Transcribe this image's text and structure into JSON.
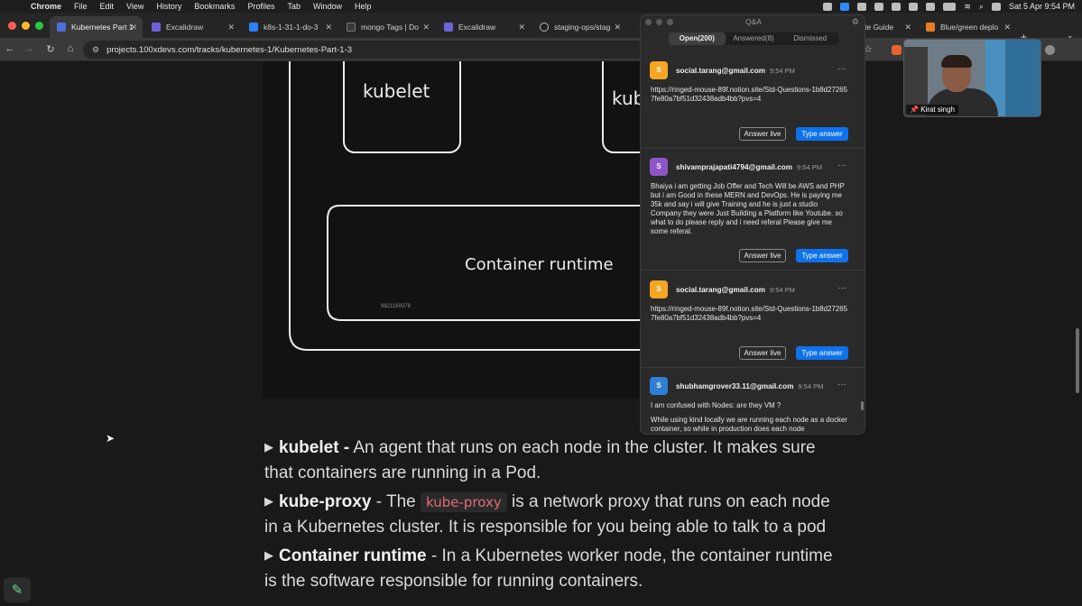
{
  "menubar": {
    "app": "Chrome",
    "items": [
      "File",
      "Edit",
      "View",
      "History",
      "Bookmarks",
      "Profiles",
      "Tab",
      "Window",
      "Help"
    ],
    "clock": "Sat 5 Apr  9:54 PM"
  },
  "tabs": [
    {
      "label": "Kubernetes Part 1",
      "active": true,
      "favicon_color": "#4a6fd8"
    },
    {
      "label": "Excalidraw",
      "active": false,
      "favicon_color": "#6c63d9"
    },
    {
      "label": "k8s-1-31-1-do-3",
      "active": false,
      "favicon_color": "#2d7ff9"
    },
    {
      "label": "mongo Tags | Do",
      "active": false,
      "favicon_color": "#3a3a3a"
    },
    {
      "label": "Excalidraw",
      "active": false,
      "favicon_color": "#6c63d9"
    },
    {
      "label": "staging-ops/stag",
      "active": false,
      "favicon_color": "#222222"
    },
    {
      "label": "te Guide",
      "active": false,
      "favicon_color": "#c0392b"
    },
    {
      "label": "Blue/green deplo",
      "active": false,
      "favicon_color": "#e67e22"
    }
  ],
  "toolbar": {
    "url": "projects.100xdevs.com/tracks/kubernetes-1/Kubernetes-Part-1-3"
  },
  "drawing": {
    "labels": {
      "kubelet": "kubelet",
      "kube_partial": "kub",
      "container_runtime": "Container runtime",
      "small_number": "9821169378"
    }
  },
  "doc": {
    "items": [
      {
        "term": "kubelet -",
        "text": " An agent that runs on each node in the cluster. It makes sure that containers are running in a Pod."
      },
      {
        "term": "kube-proxy",
        "pre": " - The ",
        "code": "kube-proxy",
        "text": " is a network proxy that runs on each node in a Kubernetes cluster. It is responsible for you being able to talk to a pod"
      },
      {
        "term": "Container runtime",
        "text": " - In a Kubernetes worker node, the container runtime is the software responsible for running containers."
      }
    ]
  },
  "qa": {
    "title": "Q&A",
    "tabs": [
      "Open(200)",
      "Answered(8)",
      "Dismissed"
    ],
    "answer_live_label": "Answer live",
    "type_answer_label": "Type answer",
    "questions": [
      {
        "initial": "S",
        "avatar_color": "#f5a623",
        "email": "social.tarang@gmail.com",
        "time": "9:54 PM",
        "text": "https://ringed-mouse-89f.notion.site/Std-Questions-1b8d272657fe80a7bf51d32438adb4bb?pvs=4"
      },
      {
        "initial": "S",
        "avatar_color": "#8e55c8",
        "email": "shivamprajapati4794@gmail.com",
        "time": "9:54 PM",
        "text": "Bhaiya i am getting Job Offer and Tech Will be AWS and PHP but i am Good in these MERN and DevOps. He is paying me 35k and say i will give Training and he is just a studio Company they were Just Building a Platform like Youtube. so what to do please reply and i need referal Please give me some referal."
      },
      {
        "initial": "S",
        "avatar_color": "#f5a623",
        "email": "social.tarang@gmail.com",
        "time": "9:54 PM",
        "text": "https://ringed-mouse-89f.notion.site/Std-Questions-1b8d272657fe80a7bf51d32438adb4bb?pvs=4"
      },
      {
        "initial": "S",
        "avatar_color": "#2f7fd6",
        "email": "shubhamgrover33.11@gmail.com",
        "time": "9:54 PM",
        "text": "I am confused with Nodes: are they VM ?",
        "text2": "While using kind locally we are running each node as a docker container, so while in production does each node"
      }
    ]
  },
  "video": {
    "name": "Kirat singh"
  }
}
